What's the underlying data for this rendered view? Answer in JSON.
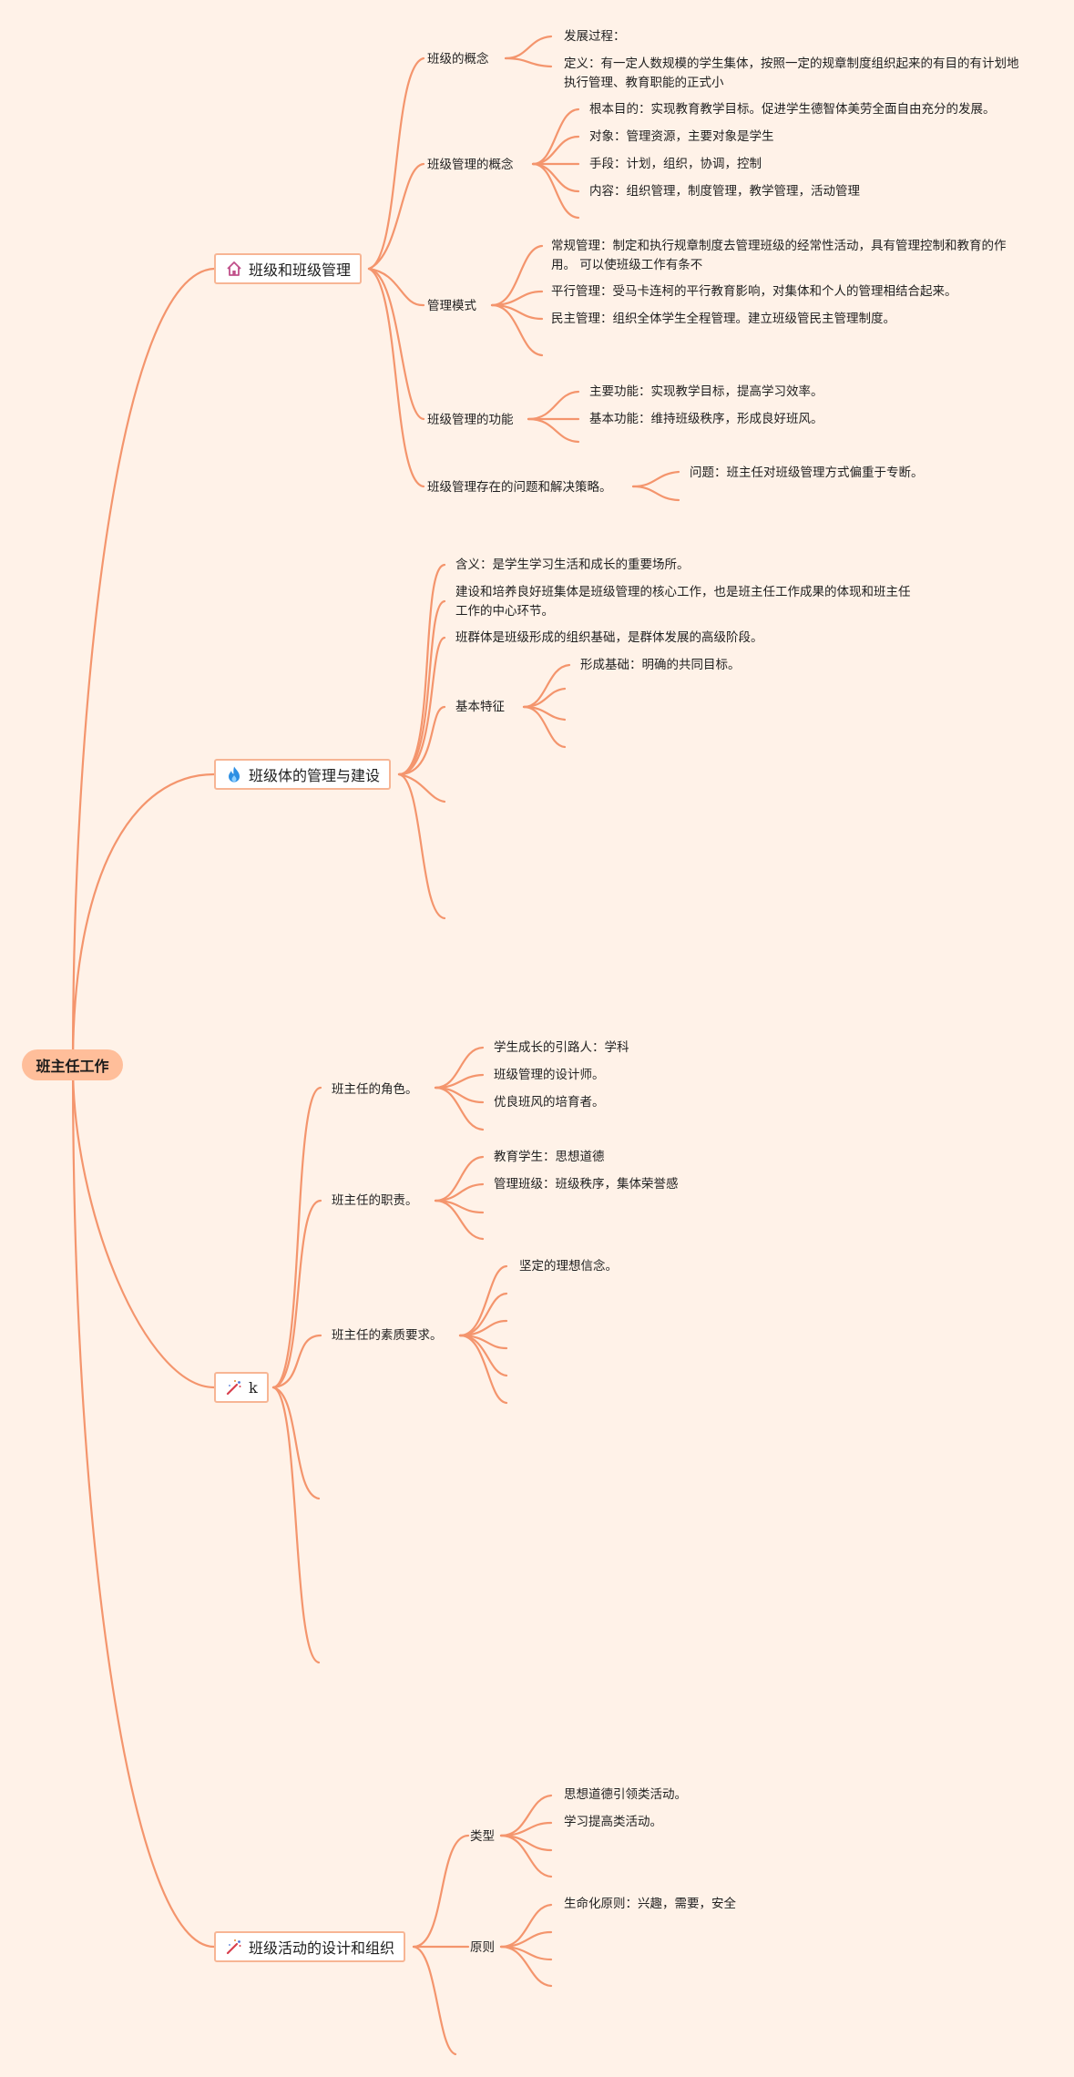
{
  "root": {
    "label": "班主任工作"
  },
  "branches": [
    {
      "label": "班级和班级管理",
      "icon": "home-icon",
      "children": [
        {
          "label": "班级的概念",
          "items": [
            "发展过程：",
            "定义：有一定人数规模的学生集体，按照一定的规章制度组织起来的有目的有计划地执行管理、教育职能的正式小"
          ]
        },
        {
          "label": "班级管理的概念",
          "items": [
            "根本目的：实现教育教学目标。促进学生德智体美劳全面自由充分的发展。",
            "对象：管理资源，主要对象是学生",
            "手段：计划，组织，协调，控制",
            "内容：组织管理，制度管理，教学管理，活动管理"
          ]
        },
        {
          "label": "管理模式",
          "items": [
            "常规管理：制定和执行规章制度去管理班级的经常性活动，具有管理控制和教育的作用。 可以使班级工作有条不",
            "平行管理：受马卡连柯的平行教育影响，对集体和个人的管理相结合起来。",
            "民主管理：组织全体学生全程管理。建立班级管民主管理制度。"
          ]
        },
        {
          "label": "班级管理的功能",
          "items": [
            "主要功能：实现教学目标，提高学习效率。",
            "基本功能：维持班级秩序，形成良好班风。"
          ]
        },
        {
          "label": "班级管理存在的问题和解决策略。",
          "items": [
            "问题：班主任对班级管理方式偏重于专断。"
          ]
        }
      ]
    },
    {
      "label": "班级体的管理与建设",
      "icon": "flame-icon",
      "items": [
        "含义：是学生学习生活和成长的重要场所。",
        "建设和培养良好班集体是班级管理的核心工作，也是班主任工作成果的体现和班主任工作的中心环节。",
        "班群体是班级形成的组织基础，是群体发展的高级阶段。"
      ],
      "children": [
        {
          "label": "基本特征",
          "items": [
            "形成基础：明确的共同目标。"
          ]
        }
      ]
    },
    {
      "label": "k",
      "icon": "wand-icon",
      "children": [
        {
          "label": "班主任的角色。",
          "items": [
            "学生成长的引路人：学科",
            "班级管理的设计师。",
            "优良班风的培育者。"
          ]
        },
        {
          "label": "班主任的职责。",
          "items": [
            "教育学生：思想道德",
            "管理班级：班级秩序，集体荣誉感"
          ]
        },
        {
          "label": "班主任的素质要求。",
          "items": [
            "坚定的理想信念。"
          ]
        }
      ]
    },
    {
      "label": "班级活动的设计和组织",
      "icon": "wand-icon",
      "children": [
        {
          "label": "类型",
          "items": [
            "思想道德引领类活动。",
            "学习提高类活动。"
          ]
        },
        {
          "label": "原则",
          "items": [
            "生命化原则：兴趣，需要，安全"
          ]
        }
      ]
    }
  ]
}
